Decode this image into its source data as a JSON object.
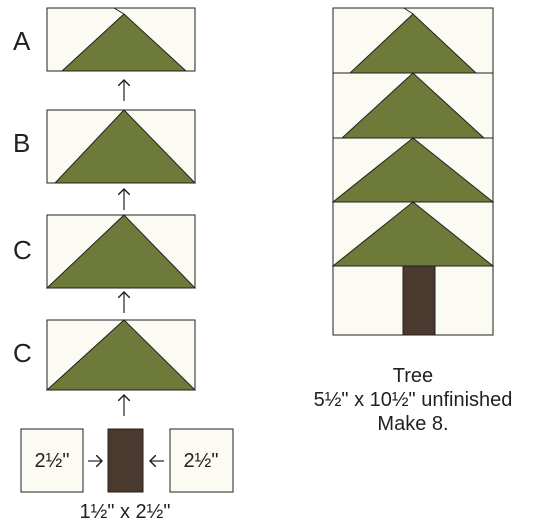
{
  "labels": {
    "a": "A",
    "b": "B",
    "c1": "C",
    "c2": "C"
  },
  "squares": {
    "left": "2½\"",
    "right": "2½\""
  },
  "trunk_size": "1½\" x 2½\"",
  "tree": {
    "title": "Tree",
    "size": "5½\" x 10½\" unfinished",
    "quantity": "Make 8."
  },
  "colors": {
    "background_fabric": "#fbfbf3",
    "tree_green": "#6e7a3a",
    "trunk_brown": "#4a3a2e",
    "outline": "#231f20"
  }
}
